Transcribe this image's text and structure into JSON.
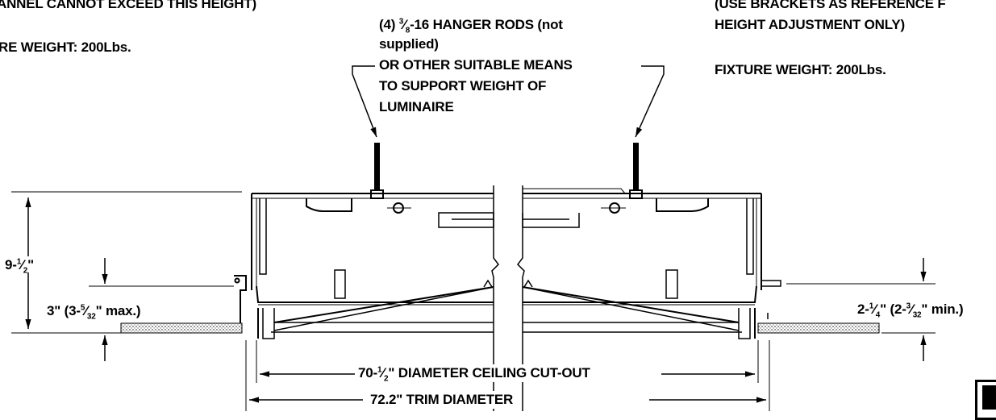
{
  "notes": {
    "top_left_line1": "ANNEL CANNOT EXCEED THIS HEIGHT)",
    "top_left_line2": "RE WEIGHT: 200Lbs.",
    "hanger_prefix": "(4) ",
    "hanger_fraction_num": "3",
    "hanger_fraction_den": "8",
    "hanger_suffix": "-16 HANGER RODS (not",
    "hanger_line2": "supplied)",
    "hanger_line3": "OR OTHER SUITABLE MEANS",
    "hanger_line4": "TO SUPPORT WEIGHT OF",
    "hanger_line5": "LUMINAIRE",
    "top_right_line1": "(USE BRACKETS AS REFERENCE F",
    "top_right_line2": "HEIGHT ADJUSTMENT ONLY)",
    "top_right_line3": "FIXTURE WEIGHT: 200Lbs."
  },
  "dimensions": {
    "overall_height_whole": "9-",
    "overall_height_num": "1",
    "overall_height_den": "2",
    "overall_height_unit": "\"",
    "left_depth_a": "3\" (3-",
    "left_depth_num": "5",
    "left_depth_den": "32",
    "left_depth_b": "\" max.)",
    "right_depth_a": "2-",
    "right_depth_num1": "1",
    "right_depth_den1": "4",
    "right_depth_b": "\" (2-",
    "right_depth_num2": "3",
    "right_depth_den2": "32",
    "right_depth_c": "\" min.)",
    "cutout_whole": "70-",
    "cutout_num": "1",
    "cutout_den": "2",
    "cutout_text": "\" DIAMETER CEILING CUT-OUT",
    "trim": "72.2\" TRIM DIAMETER"
  },
  "colors": {
    "line": "#000000",
    "ceiling_hatch": "#555555",
    "background": "#ffffff"
  }
}
